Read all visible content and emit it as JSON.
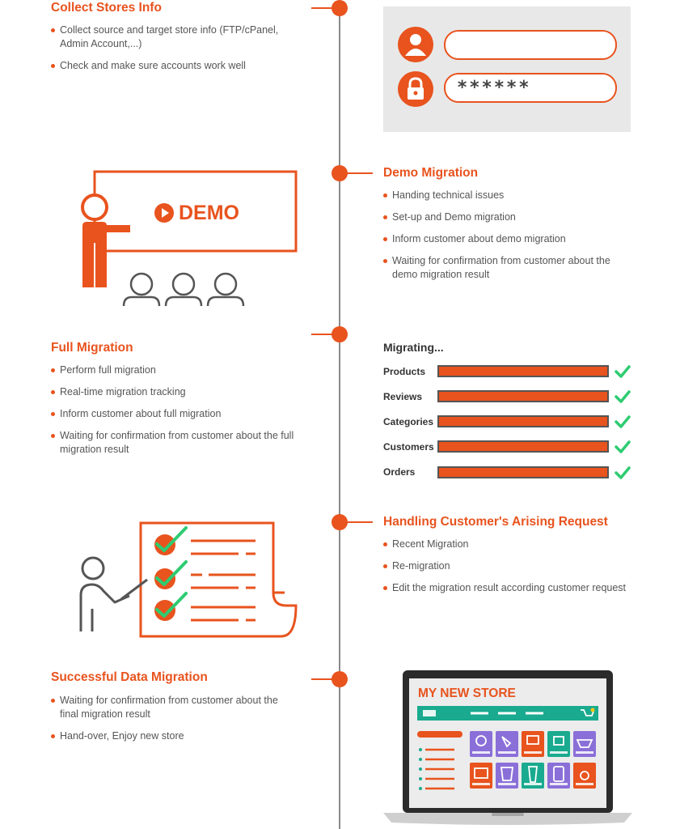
{
  "steps": [
    {
      "title": "Collect Stores Info",
      "bullets": [
        "Collect source and target store info (FTP/cPanel, Admin Account,...)",
        "Check and make sure accounts work well"
      ]
    },
    {
      "title": "Demo Migration",
      "bullets": [
        "Handing technical issues",
        "Set-up and Demo migration",
        "Inform customer about demo migration",
        "Waiting for confirmation from customer about the demo migration result"
      ]
    },
    {
      "title": "Full Migration",
      "bullets": [
        "Perform full migration",
        "Real-time migration tracking",
        "Inform customer about full migration",
        "Waiting for confirmation from customer about the full migration result"
      ]
    },
    {
      "title": "Handling Customer's Arising Request",
      "bullets": [
        "Recent Migration",
        "Re-migration",
        "Edit the migration result according customer request"
      ]
    },
    {
      "title": "Successful Data Migration",
      "bullets": [
        "Waiting for confirmation from customer about the final migration result",
        "Hand-over, Enjoy new store"
      ]
    }
  ],
  "login": {
    "password_mask": "******"
  },
  "demo": {
    "label": "DEMO"
  },
  "migrating": {
    "title": "Migrating...",
    "items": [
      {
        "label": "Products",
        "progress": 1.0
      },
      {
        "label": "Reviews",
        "progress": 1.0
      },
      {
        "label": "Categories",
        "progress": 1.0
      },
      {
        "label": "Customers",
        "progress": 1.0
      },
      {
        "label": "Orders",
        "progress": 1.0
      }
    ]
  },
  "store": {
    "title": "MY NEW STORE"
  },
  "colors": {
    "accent": "#e8531e",
    "check": "#2ecc71",
    "timeline": "#8a8a8a",
    "teal": "#1aaa8f",
    "purple": "#8b6fd8"
  }
}
